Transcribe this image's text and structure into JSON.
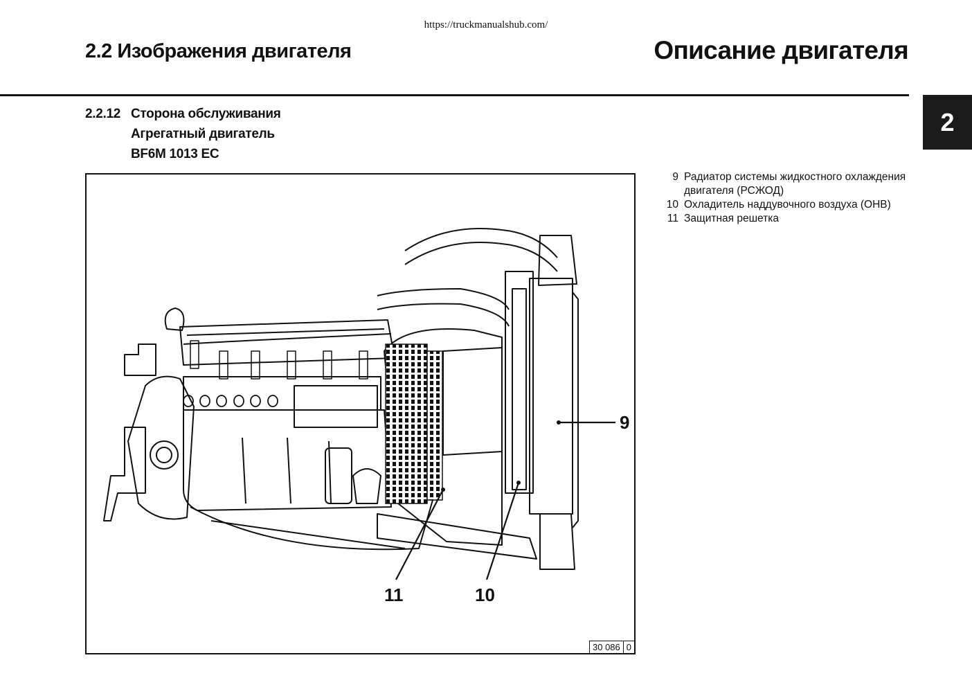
{
  "header": {
    "url": "https://truckmanualshub.com/",
    "section_title": "2.2 Изображения двигателя",
    "chapter_title": "Описание двигателя",
    "chapter_tab": "2"
  },
  "subsection": {
    "number": "2.2.12",
    "lines": [
      "Сторона обслуживания",
      "Агрегатный двигатель",
      "BF6M 1013 EC"
    ]
  },
  "figure": {
    "code_parts": [
      "30 086",
      "0"
    ],
    "callouts": {
      "c9": "9",
      "c10": "10",
      "c11": "11"
    }
  },
  "legend": [
    {
      "no": "9",
      "text": "Радиатор системы жидкостного охлаждения двигателя (РСЖОД)"
    },
    {
      "no": "10",
      "text": "Охладитель наддувочного воздуха (ОНВ)"
    },
    {
      "no": "11",
      "text": "Защитная решетка"
    }
  ]
}
